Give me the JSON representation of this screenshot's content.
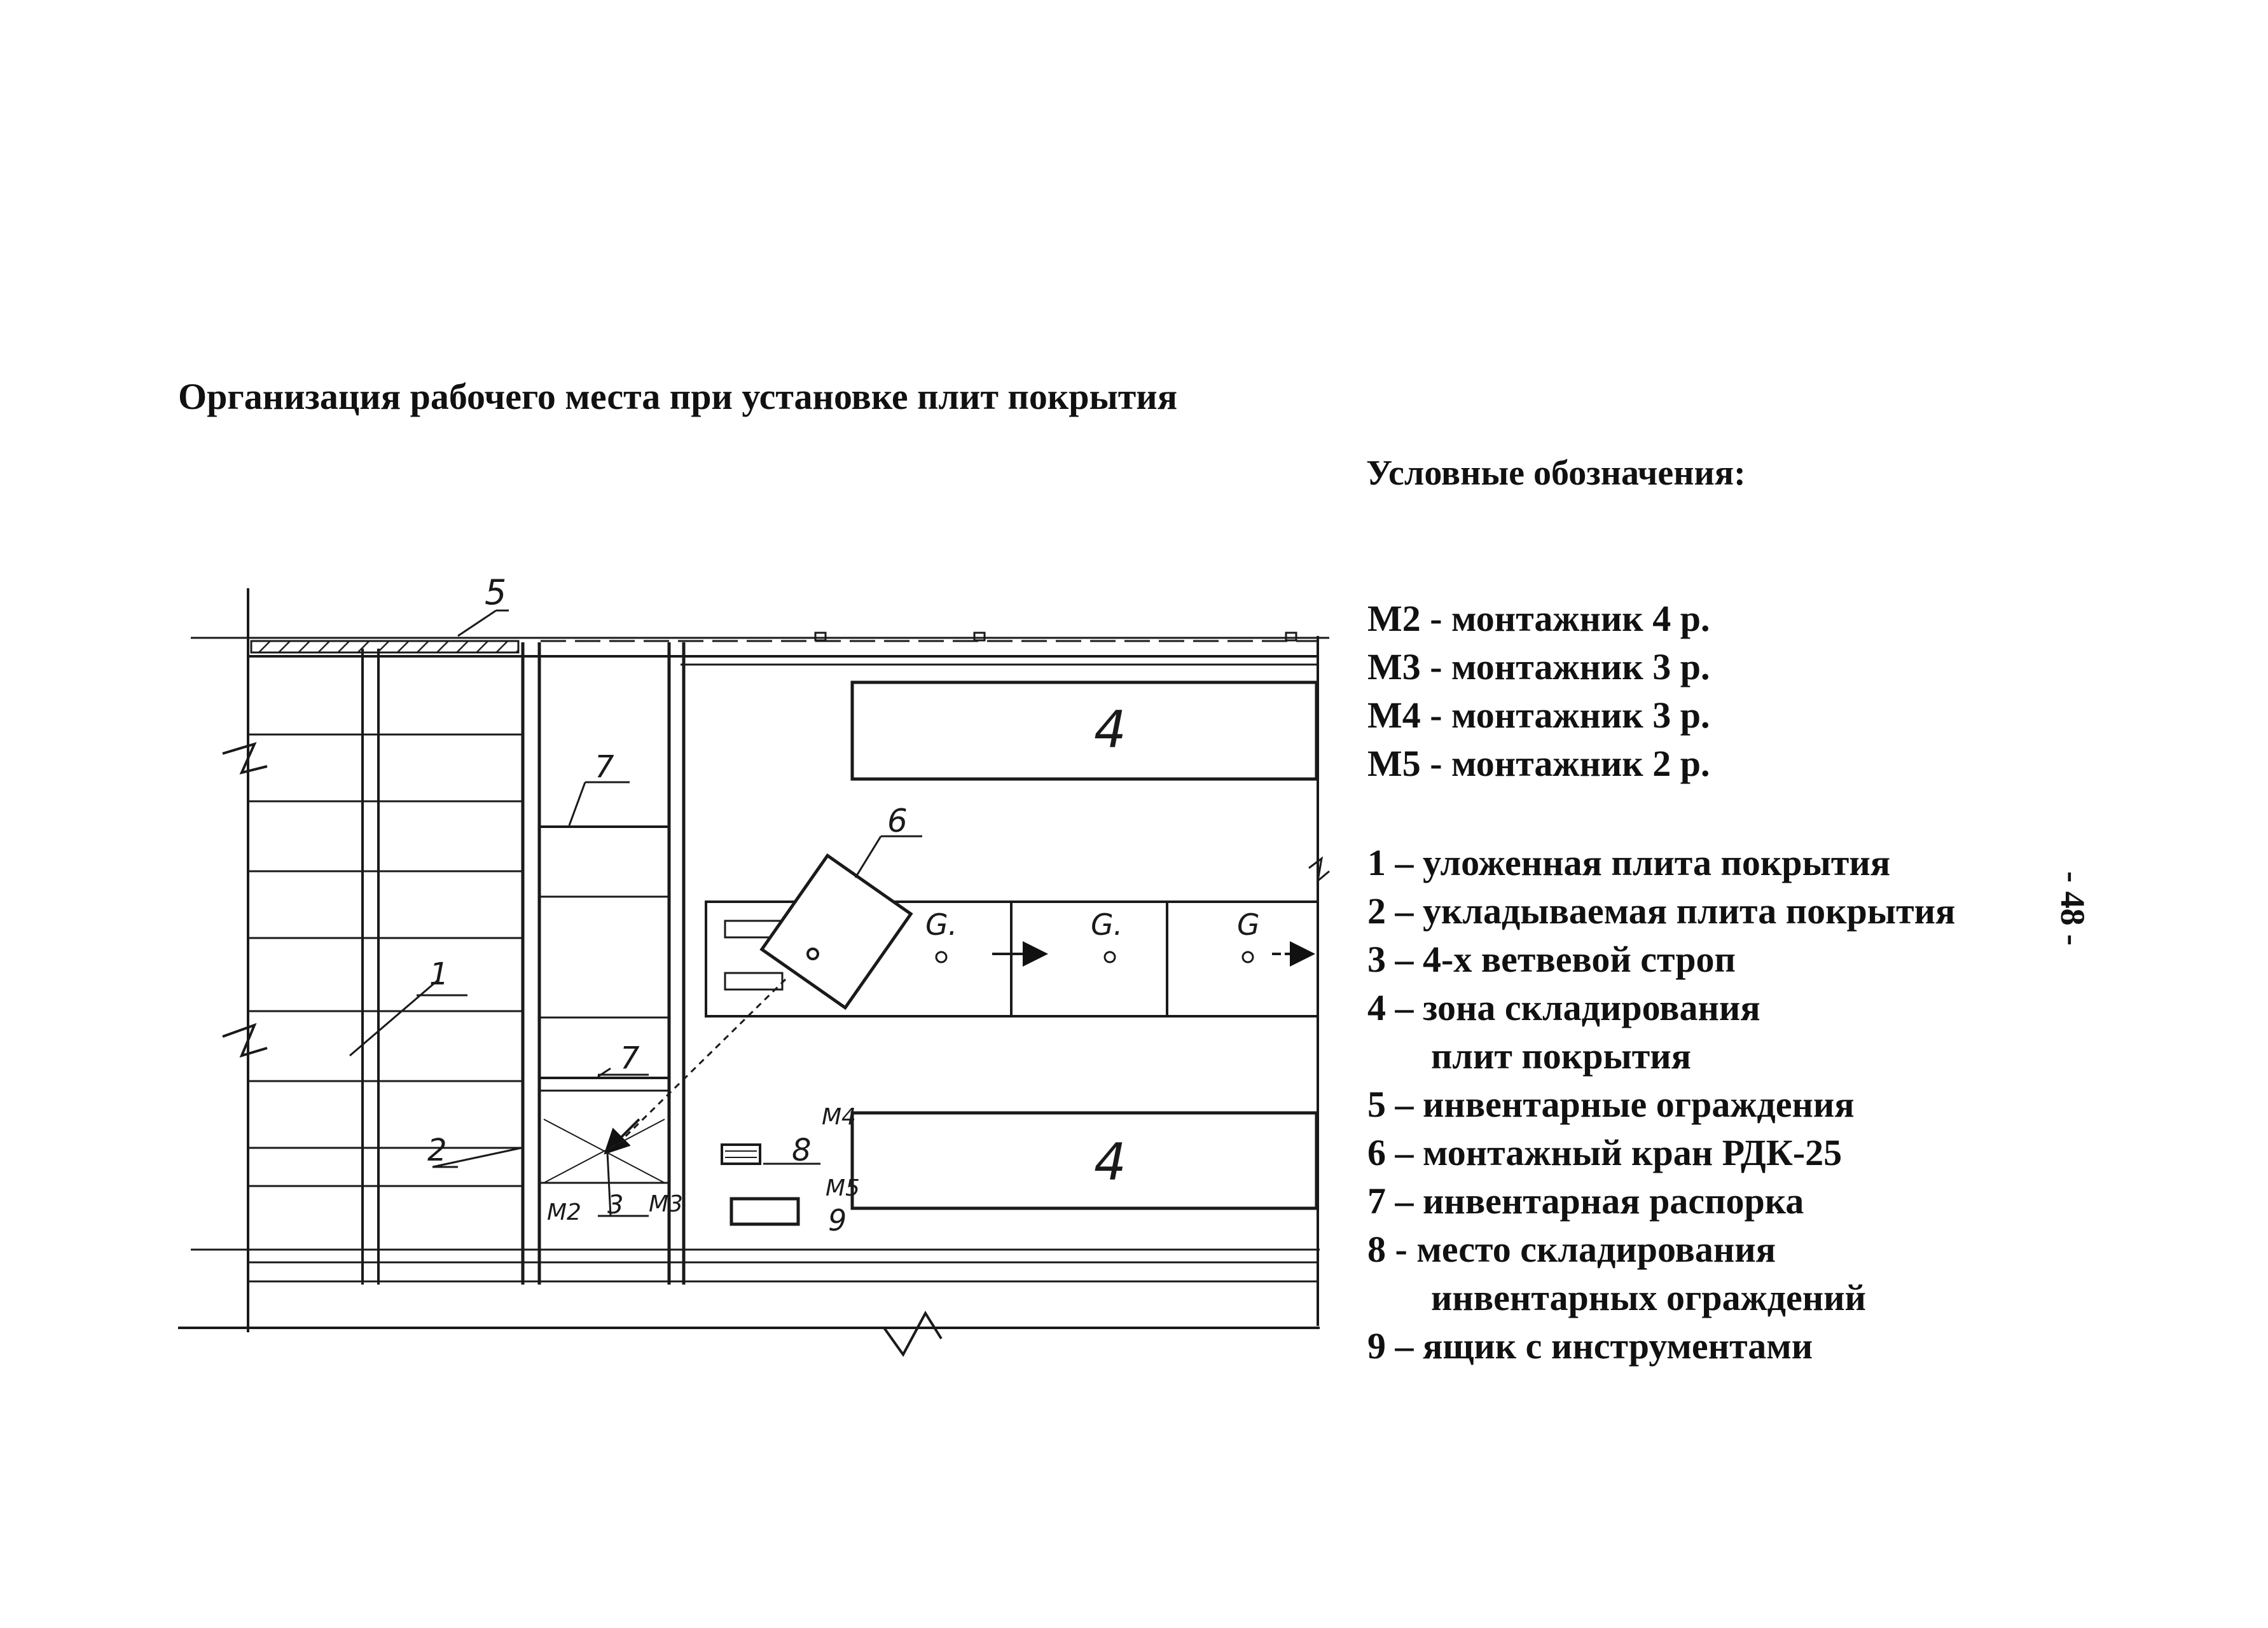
{
  "page": {
    "title": "Организация рабочего места при установке плит покрытия",
    "page_number": "- 48 -"
  },
  "legend": {
    "heading": "Условные обозначения:",
    "workers": [
      "М2 -  монтажник 4 р.",
      "М3 - монтажник  3 р.",
      "М4 -  монтажник 3 р.",
      "М5 - монтажник  2 р."
    ],
    "items": [
      {
        "line1": "1 – уложенная плита покрытия"
      },
      {
        "line1": "2 – укладываемая плита покрытия"
      },
      {
        "line1": "3 – 4-х ветвевой строп"
      },
      {
        "line1": "4 – зона складирования",
        "line2": "плит покрытия"
      },
      {
        "line1": "5 – инвентарные ограждения"
      },
      {
        "line1": "6 – монтажный кран РДК-25"
      },
      {
        "line1": "7 – инвентарная распорка"
      },
      {
        "line1": "8 -  место складирования",
        "line2": "инвентарных ограждений"
      },
      {
        "line1": "9 – ящик с инструментами"
      }
    ]
  },
  "drawing": {
    "labels": {
      "fence": "5",
      "laid_slab": "1",
      "slab_being_laid": "2",
      "sling": "3",
      "storage_zone_top": "4",
      "storage_zone_bottom": "4",
      "crane": "6",
      "spacer_top": "7",
      "spacer_bottom": "7",
      "fence_storage": "8",
      "tool_box": "9",
      "worker_m2": "М2",
      "worker_m3": "М3",
      "worker_m4": "М4",
      "worker_m5": "М5",
      "cargo_1": "G.",
      "cargo_2": "G.",
      "cargo_3": "G"
    }
  }
}
